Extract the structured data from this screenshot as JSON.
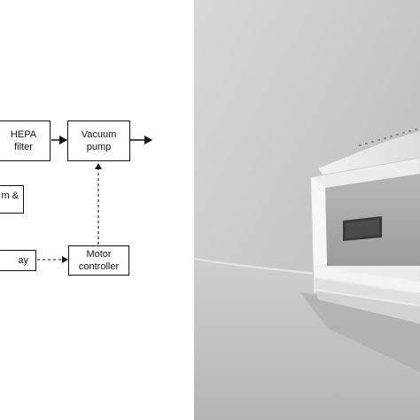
{
  "diagram": {
    "hepa": {
      "line1": "HEPA",
      "line2": "filter"
    },
    "pump": {
      "line1": "Vacuum",
      "line2": "pump"
    },
    "alarm": {
      "line1": "m &",
      "line2": ""
    },
    "display": {
      "line1": "ay"
    },
    "motor": {
      "line1": "Motor",
      "line2": "controller"
    }
  },
  "colors": {
    "stroke": "#111111",
    "photo_bg": "#c9c9c9",
    "device_body": "#e9e9e9",
    "device_panel": "#a8a8a8",
    "display_window": "#3a3a3a"
  }
}
